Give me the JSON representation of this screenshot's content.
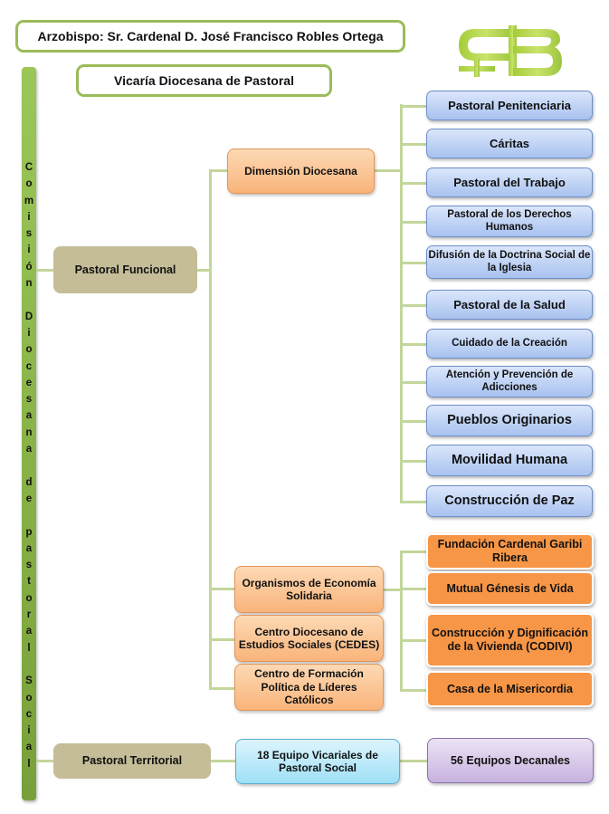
{
  "header": {
    "archbishop": "Arzobispo: Sr. Cardenal D. José Francisco Robles Ortega",
    "vicariate": "Vicaría Diocesana de Pastoral"
  },
  "logo": {
    "icon": "cs-monogram-logo-icon",
    "color": "#9bc53d"
  },
  "sidebar": {
    "label": "Comisión Diocesana de pastoral Social"
  },
  "branches": {
    "functional": "Pastoral Funcional",
    "territorial": "Pastoral Territorial"
  },
  "dimension": {
    "label": "Dimensión Diocesana",
    "items": [
      "Pastoral Penitenciaria",
      "Cáritas",
      "Pastoral del Trabajo",
      "Pastoral de los Derechos Humanos",
      "Difusión de la Doctrina Social de la Iglesia",
      "Pastoral de la Salud",
      "Cuidado de la Creación",
      "Atención y Prevención de Adicciones",
      "Pueblos Originarios",
      "Movilidad Humana",
      "Construcción de Paz"
    ]
  },
  "organisms": {
    "label": "Organismos de Economía Solidaria",
    "items": [
      "Fundación Cardenal Garibi Ribera",
      "Mutual Génesis de Vida",
      "Construcción y Dignificación de la Vivienda (CODIVI)",
      "Casa de la Misericordia"
    ]
  },
  "centers": [
    "Centro Diocesano de Estudios Sociales (CEDES)",
    "Centro de Formación Política de Líderes Católicos"
  ],
  "territorial": {
    "vicarial": "18 Equipo Vicariales de Pastoral Social",
    "decanal": "56 Equipos Decanales"
  },
  "colors": {
    "title_border": "#9bbb59",
    "connector": "#c3d69b",
    "tan": "#c4bd97",
    "peach": "#f9b47a",
    "blue": "#a8c2ef",
    "orange": "#f79646",
    "cyan": "#9fe0f6",
    "purple": "#c7b2df"
  }
}
